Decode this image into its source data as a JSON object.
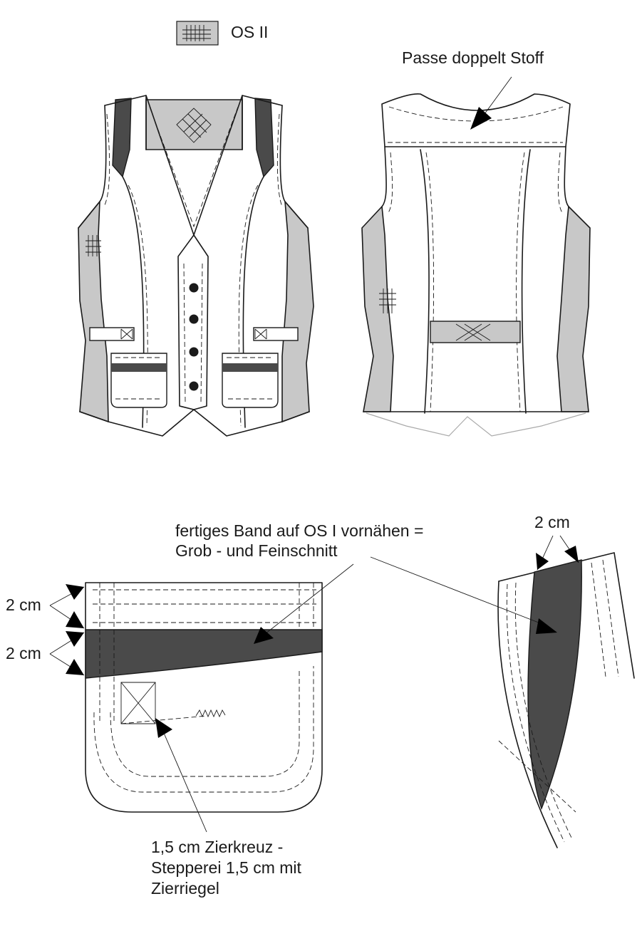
{
  "legend": {
    "label": "OS II",
    "swatch_color": "#c8c8c8"
  },
  "colors": {
    "os2": "#c8c8c8",
    "band": "#4a4a4a",
    "line": "#1a1a1a"
  },
  "annotations": {
    "yoke": "Passe doppelt Stoff",
    "band_line1": "fertiges Band auf OS I vornähen =",
    "band_line2": "Grob - und Feinschnitt",
    "top_2cm": "2 cm",
    "flap_2cm_a": "2 cm",
    "flap_2cm_b": "2 cm",
    "cross_line1": "1,5 cm Zierkreuz -",
    "cross_line2": "Stepperei 1,5 cm mit",
    "cross_line3": "Zierriegel"
  }
}
